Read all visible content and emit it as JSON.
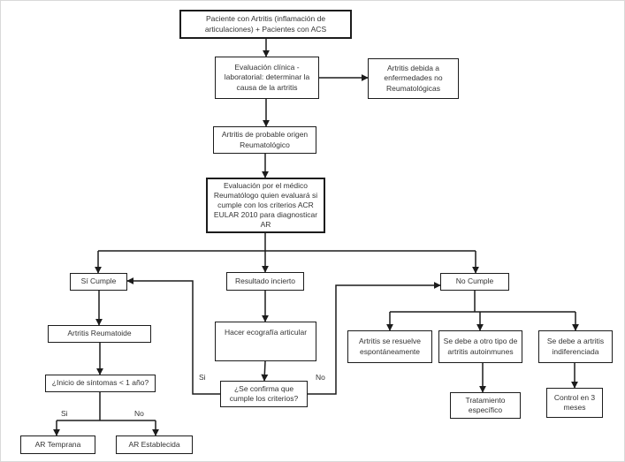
{
  "nodes": {
    "patient": {
      "label": "Paciente con Artritis (inflamación de articulaciones) + Pacientes con ACS"
    },
    "clinical_eval": {
      "label": "Evaluación clínica - laboratorial: determinar la causa de la artritis"
    },
    "non_rheum": {
      "label": "Artritis debida a enfermedades no Reumatológicas"
    },
    "probable_origin": {
      "label": "Artritis de probable origen Reumatológico"
    },
    "rheum_eval": {
      "label": "Evaluación por el médico Reumatólogo quien evaluará si cumple con los criterios ACR EULAR 2010 para diagnosticar AR"
    },
    "si_cumple": {
      "label": "Sí Cumple"
    },
    "resultado_incierto": {
      "label": "Resultado incierto"
    },
    "no_cumple": {
      "label": "No Cumple"
    },
    "artritis_reumatoide": {
      "label": "Artritis Reumatoide"
    },
    "inicio_sintomas": {
      "label": "¿Inicio de síntomas < 1 año?"
    },
    "ar_temprana": {
      "label": "AR Temprana"
    },
    "ar_establecida": {
      "label": "AR Establecida"
    },
    "ecografia": {
      "label": "Hacer ecografía articular"
    },
    "confirma": {
      "label": "¿Se confirma que cumple los criterios?"
    },
    "resuelve": {
      "label": "Artritis se resuelve espontáneamente"
    },
    "otro_tipo": {
      "label": "Se debe a otro tipo de artritis autoinmunes"
    },
    "indiferenciada": {
      "label": "Se debe a artritis indiferenciada"
    },
    "tratamiento": {
      "label": "Tratamiento específico"
    },
    "control": {
      "label": "Control en 3 meses"
    }
  },
  "edge_labels": {
    "confirm_yes": "Si",
    "confirm_no": "No",
    "onset_yes": "Si",
    "onset_no": "No"
  },
  "colors": {
    "line": "#1c1c1c",
    "box_border": "#1c1c1c",
    "background": "#ffffff",
    "text": "#333333"
  }
}
